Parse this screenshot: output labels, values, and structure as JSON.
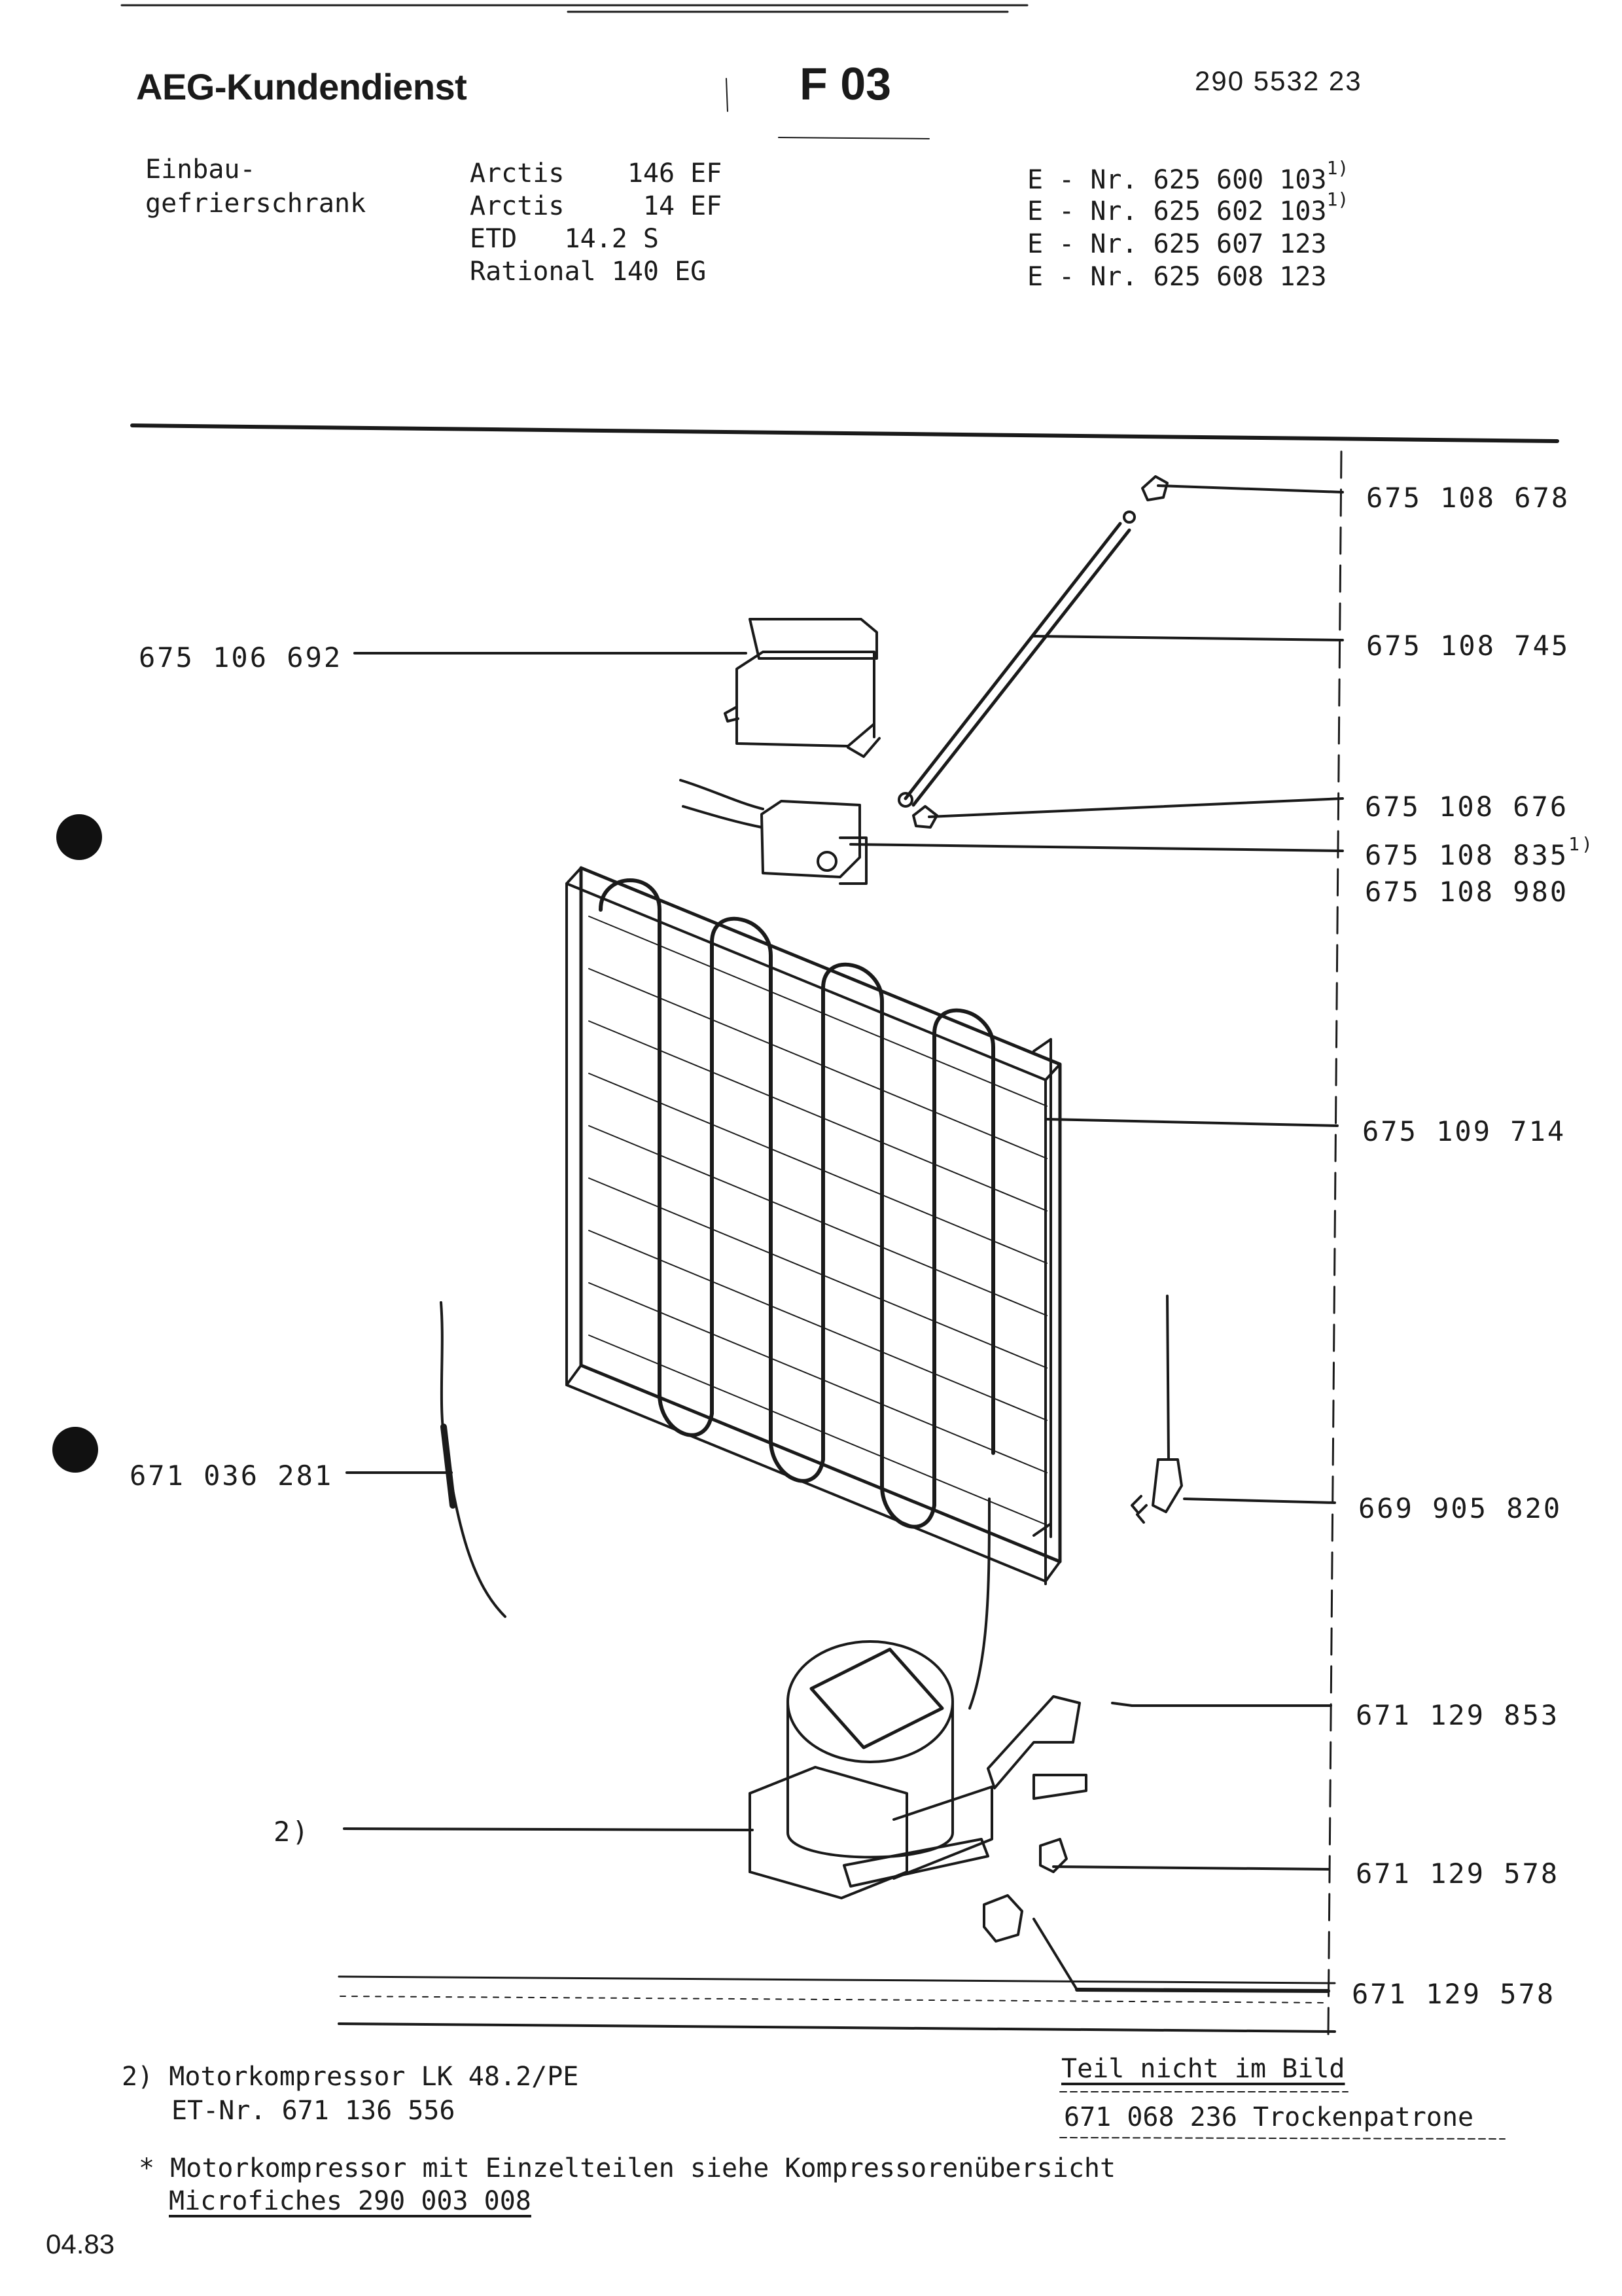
{
  "header": {
    "brand": "AEG-Kundendienst",
    "section_code": "F 03",
    "document_number": "290 5532 23"
  },
  "appliance": {
    "type_line1": "Einbau-",
    "type_line2": "gefrierschrank",
    "models": [
      "Arctis    146 EF",
      "Arctis     14 EF",
      "ETD   14.2 S",
      "Rational 140 EG"
    ],
    "e_numbers": [
      {
        "text": "E - Nr. 625 600 103",
        "note": "1)"
      },
      {
        "text": "E - Nr. 625 602 103",
        "note": "1)"
      },
      {
        "text": "E - Nr. 625 607 123",
        "note": ""
      },
      {
        "text": "E - Nr. 625 608 123",
        "note": ""
      }
    ]
  },
  "parts": {
    "right": [
      {
        "number": "675 108 678",
        "note": ""
      },
      {
        "number": "675 108 745",
        "note": ""
      },
      {
        "number": "675 108 676",
        "note": ""
      },
      {
        "number": "675 108 835",
        "note": "1)"
      },
      {
        "number": "675 108 980",
        "note": ""
      },
      {
        "number": "675 109 714",
        "note": ""
      },
      {
        "number": "669 905 820",
        "note": ""
      },
      {
        "number": "671 129 853",
        "note": ""
      },
      {
        "number": "671 129 578",
        "note": ""
      },
      {
        "number": "671 129 578",
        "note": ""
      }
    ],
    "left": [
      {
        "number": "675 106 692"
      },
      {
        "number": "671 036 281"
      },
      {
        "number": "2)"
      }
    ]
  },
  "footer": {
    "note2_line1": "2) Motorkompressor LK 48.2/PE",
    "note2_line2": "ET-Nr. 671 136 556",
    "not_in_picture_title": "Teil nicht im Bild",
    "not_in_picture_item": "671 068 236 Trockenpatrone",
    "asterisk_line1": "* Motorkompressor mit Einzelteilen siehe Kompressorenübersicht",
    "asterisk_line2": "Microfiches 290 003 008",
    "date": "04.83"
  }
}
